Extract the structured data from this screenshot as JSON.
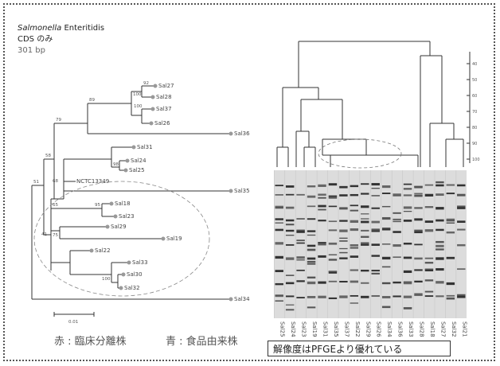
{
  "header": {
    "organism_italic": "Salmonella",
    "organism_plain": " Enteritidis",
    "subtitle": "CDS のみ",
    "length": "301 bp"
  },
  "tree": {
    "leaves": [
      "Sal27",
      "Sal28",
      "Sal37",
      "Sal26",
      "Sal36",
      "Sal31",
      "Sal24",
      "Sal25",
      "NCTC13349",
      "Sal35",
      "Sal18",
      "Sal23",
      "Sal29",
      "Sal19",
      "Sal22",
      "Sal33",
      "Sal30",
      "Sal32",
      "Sal34"
    ],
    "bootstrap": [
      "92",
      "100",
      "100",
      "89",
      "79",
      "98",
      "58",
      "68",
      "51",
      "65",
      "95",
      "41",
      "75",
      "100"
    ],
    "scale_label": "0.01"
  },
  "pfge": {
    "scale_ticks": [
      "40",
      "50",
      "60",
      "70",
      "80",
      "90",
      "100"
    ],
    "lanes": [
      "Sal25",
      "Sal24",
      "Sal23",
      "Sal19",
      "Sal31",
      "Sal35",
      "Sal37",
      "Sal22",
      "Sal29",
      "Sal26",
      "Sal34",
      "Sal36",
      "Sal33",
      "Sal28",
      "Sal18",
      "Sal27",
      "Sal32",
      "Sal21"
    ]
  },
  "legend": {
    "clinical": "赤 : 臨床分離株",
    "food": "青 : 食品由来株"
  },
  "callout": "解像度はPFGEより優れている",
  "colors": {
    "line": "#333333",
    "node": "#888888",
    "text": "#444444",
    "gel_bg": "#dcdcdc",
    "band": "#444444"
  }
}
